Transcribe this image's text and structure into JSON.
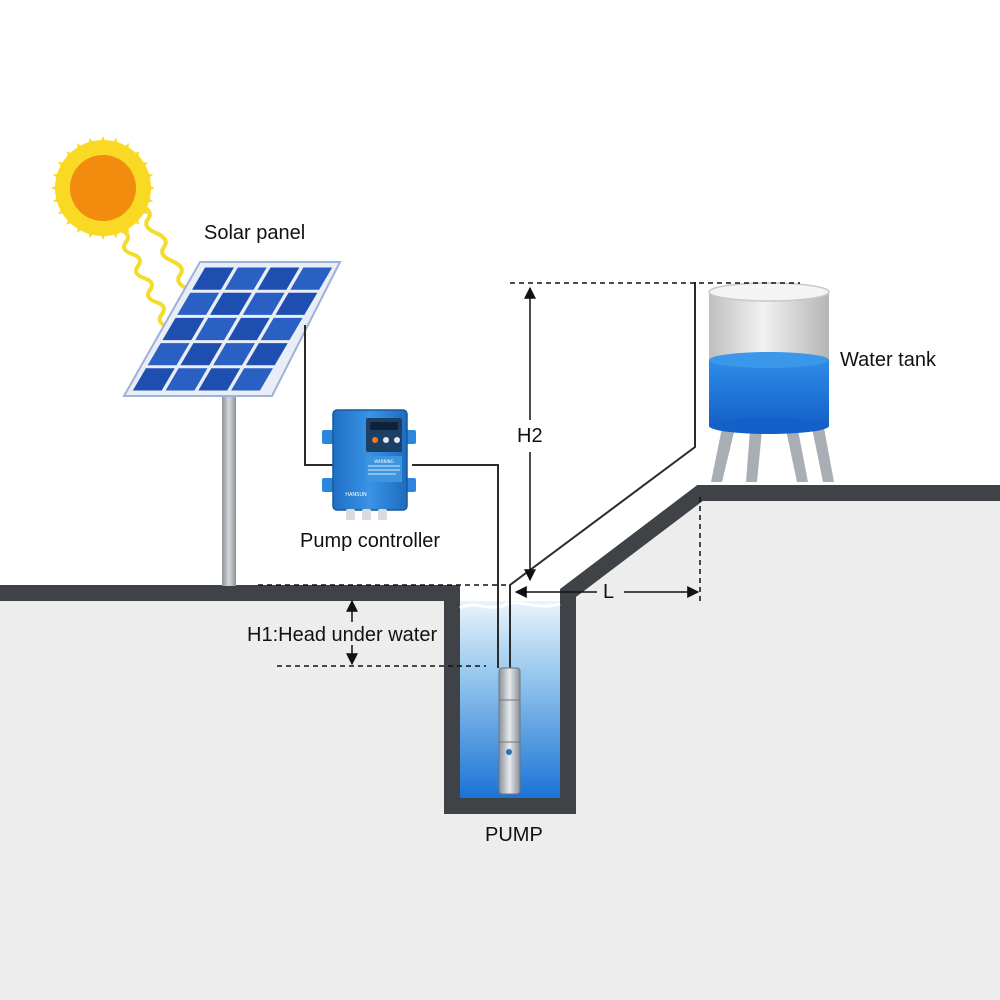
{
  "labels": {
    "solar_panel": "Solar panel",
    "water_tank": "Water tank",
    "h2": "H2",
    "pump_controller": "Pump controller",
    "l": "L",
    "h1": "H1:Head under water",
    "pump": "PUMP"
  },
  "controller_text": {
    "brand": "HANSUN",
    "warning": "WARNING"
  },
  "colors": {
    "sun_core": "#F28C0F",
    "sun_rays": "#F9D923",
    "sun_waves": "#F3DC2B",
    "panel_cell": "#1E4FB0",
    "panel_frame": "#E8EDF6",
    "ground_fill": "#EDEDED",
    "ground_line": "#3F4348",
    "water_light": "#BFDDF3",
    "water_deep": "#1A73D6",
    "tank_shell": "#D9D9D9",
    "controller_body": "#2D86DD",
    "wire": "#2B2B2B"
  },
  "icons": [
    "sun-icon",
    "solar-panel-icon",
    "pump-controller-icon",
    "water-tank-icon",
    "pump-icon"
  ]
}
